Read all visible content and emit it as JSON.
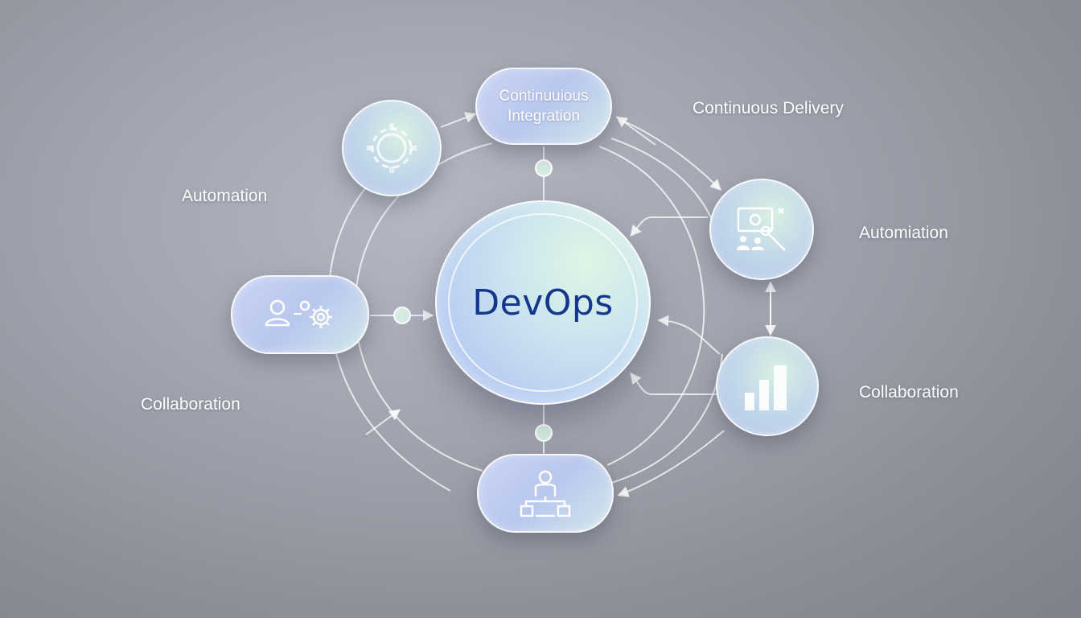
{
  "diagram": {
    "center": {
      "title": "DevOps"
    },
    "nodes": {
      "top": {
        "label_line1": "Continuuious",
        "label_line2": "Integration",
        "icon": "none"
      },
      "top_left": {
        "icon": "gear-icon"
      },
      "left": {
        "icon": "user-gear-icon"
      },
      "right_top": {
        "icon": "monitor-tools-icon"
      },
      "right_bottom": {
        "icon": "bar-chart-icon"
      },
      "bottom": {
        "icon": "org-chart-icon"
      }
    },
    "labels": {
      "continuous_delivery": "Continuous Delivery",
      "automation_left": "Automation",
      "automation_right": "Automiation",
      "collaboration_left": "Collaboration",
      "collaboration_right": "Collaboration"
    },
    "colors": {
      "title": "#13378a",
      "accent_node": "#c9d5f3",
      "accent_mint": "#daf0e2",
      "connector": "#ffffff"
    }
  }
}
